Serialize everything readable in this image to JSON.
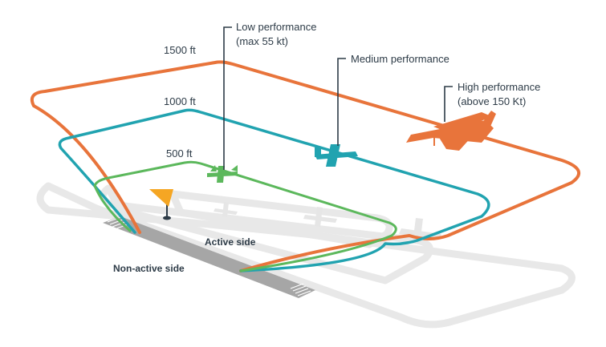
{
  "altitudes": {
    "high": "1500 ft",
    "medium": "1000 ft",
    "low": "500 ft"
  },
  "performance": {
    "low": {
      "line1": "Low performance",
      "line2": "(max 55 kt)"
    },
    "medium": {
      "line1": "Medium performance"
    },
    "high": {
      "line1": "High performance",
      "line2": "(above 150 Kt)"
    }
  },
  "ground": {
    "active": "Active side",
    "non_active": "Non-active side"
  },
  "colors": {
    "high": "#e8743b",
    "medium": "#21a3b0",
    "low": "#5cb85c",
    "windsock": "#f5a623",
    "runway": "#a6a6a6",
    "ghost": "#e6e6e6",
    "text": "#2d3b47"
  }
}
